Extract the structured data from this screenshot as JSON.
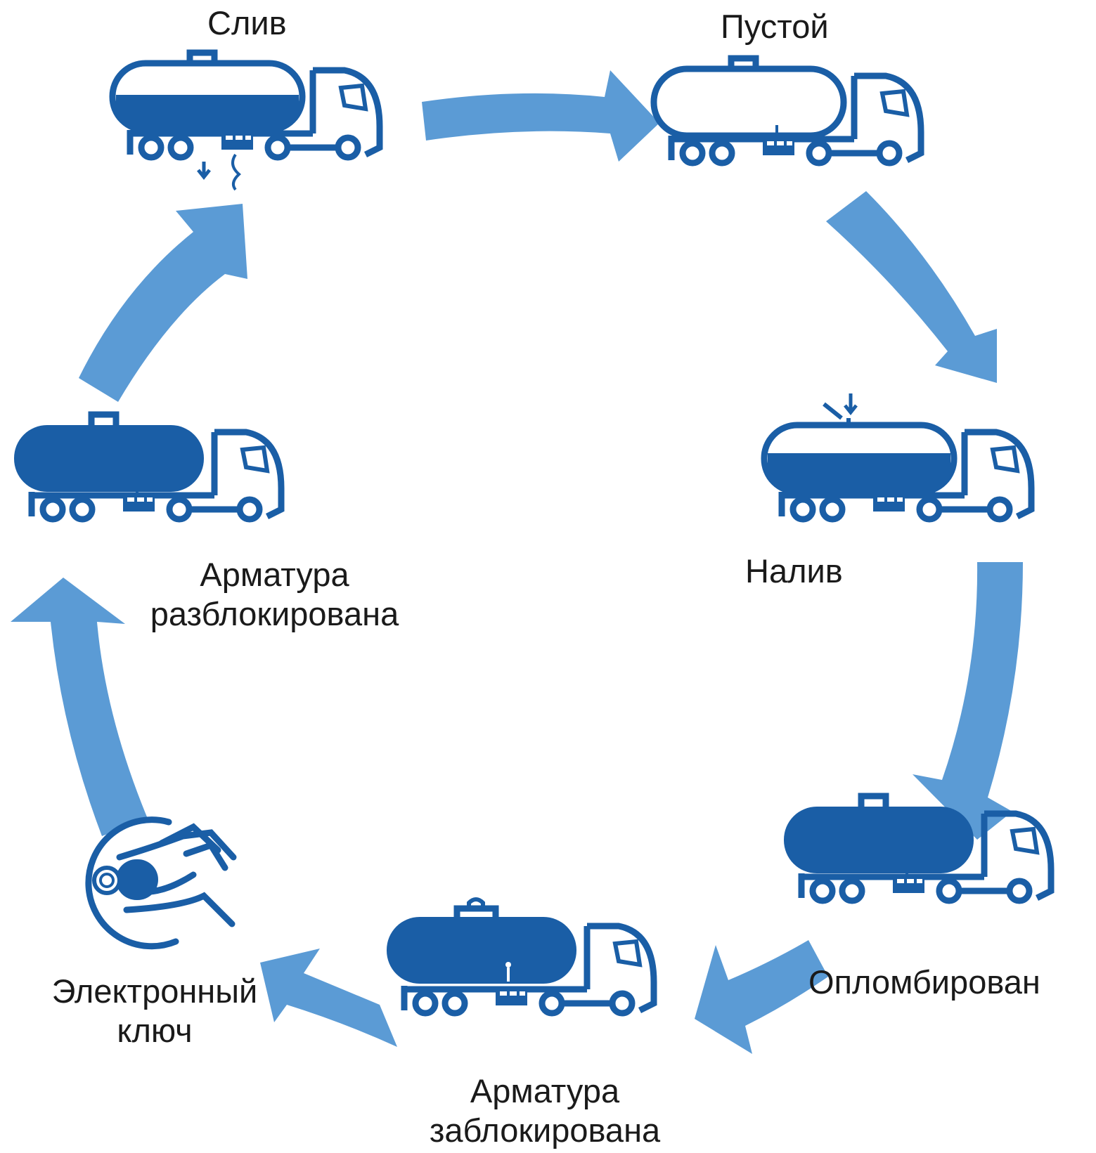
{
  "colors": {
    "arrow": "#5b9bd5",
    "truck": "#1a5ea6",
    "text": "#1a1a1a",
    "background": "#ffffff"
  },
  "stages": {
    "discharge": {
      "label": "Слив",
      "icon": "tanker-truck-discharging-icon"
    },
    "empty": {
      "label": "Пустой",
      "icon": "tanker-truck-empty-icon"
    },
    "loading": {
      "label": "Налив",
      "icon": "tanker-truck-loading-icon"
    },
    "sealed": {
      "label": "Опломбирован",
      "icon": "tanker-truck-sealed-icon"
    },
    "locked": {
      "label_line1": "Арматура",
      "label_line2": "заблокирована",
      "icon": "tanker-truck-locked-icon"
    },
    "e_key": {
      "label_line1": "Электронный",
      "label_line2": "ключ",
      "icon": "electronic-key-icon"
    },
    "unlocked": {
      "label_line1": "Арматура",
      "label_line2": "разблокирована",
      "icon": "tanker-truck-unlocked-icon"
    }
  }
}
